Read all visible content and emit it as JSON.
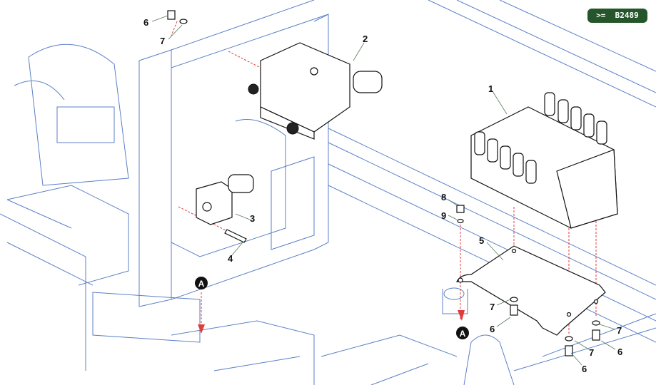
{
  "badge": {
    "text": ">=  B2489",
    "color": "#25552a"
  },
  "callouts": [
    "6",
    "7",
    "2",
    "1",
    "8",
    "9",
    "5",
    "3",
    "4",
    "7",
    "6",
    "7",
    "6",
    "7",
    "6"
  ],
  "view_markers": [
    "A",
    "A"
  ],
  "colors": {
    "frame_lines": "#5b7fc7",
    "parts": "#111111",
    "assembly_lines": "#e23b3b"
  }
}
